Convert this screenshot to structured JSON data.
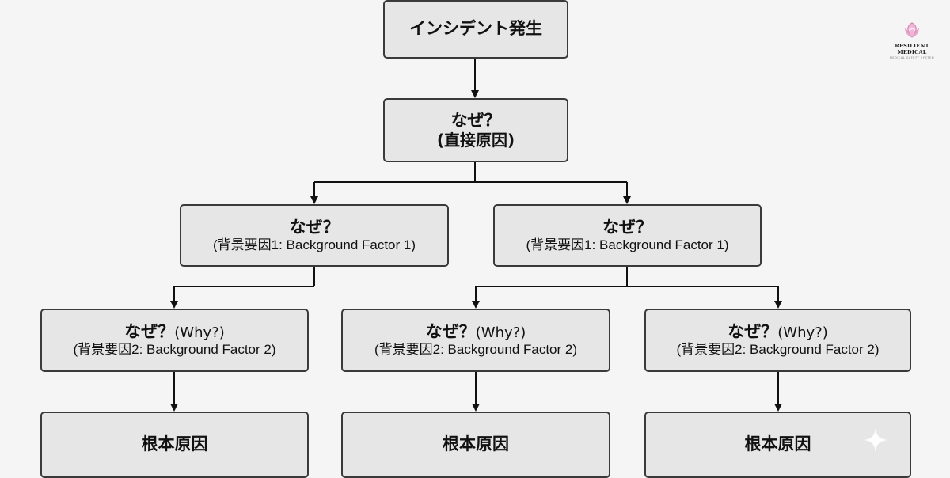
{
  "diagram": {
    "root": {
      "title": "インシデント発生"
    },
    "why1": {
      "title": "なぜ？",
      "subtitle": "(直接原因)"
    },
    "why2_left": {
      "title": "なぜ？",
      "subtitle": "(背景要因1: Background Factor 1)"
    },
    "why2_right": {
      "title": "なぜ？",
      "subtitle": "(背景要因1: Background Factor 1)"
    },
    "why3": [
      {
        "title": "なぜ？",
        "title_suffix": "(Why?)",
        "subtitle": "(背景要因2: Background Factor 2)"
      },
      {
        "title": "なぜ？",
        "title_suffix": "(Why?)",
        "subtitle": "(背景要因2: Background Factor 2)"
      },
      {
        "title": "なぜ？",
        "title_suffix": "(Why?)",
        "subtitle": "(背景要因2: Background Factor 2)"
      }
    ],
    "root_causes": [
      {
        "title": "根本原因"
      },
      {
        "title": "根本原因"
      },
      {
        "title": "根本原因"
      }
    ]
  },
  "logo": {
    "name": "RESILIENT MEDICAL",
    "tagline": "MEDICAL SAFETY SYSTEM"
  },
  "colors": {
    "box_fill": "#e6e6e6",
    "box_border": "#3a3a3a",
    "background": "#f5f5f5",
    "logo_pink": "#e8a2c8"
  }
}
